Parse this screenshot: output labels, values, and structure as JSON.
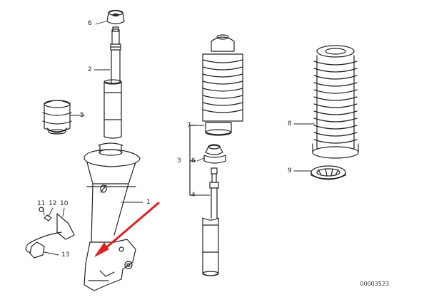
{
  "callouts": {
    "n1": "1",
    "n2": "2",
    "n3": "3",
    "n4": "4",
    "n5": "5",
    "n6a": "6",
    "n6b": "6",
    "n7": "7",
    "n8": "8",
    "n9": "9",
    "n10": "10",
    "n11": "11",
    "n12": "12",
    "n13": "13"
  },
  "diagram_number": "00003523",
  "colors": {
    "line": "#222222",
    "arrow": "#e0201e",
    "paper": "#ffffff"
  }
}
